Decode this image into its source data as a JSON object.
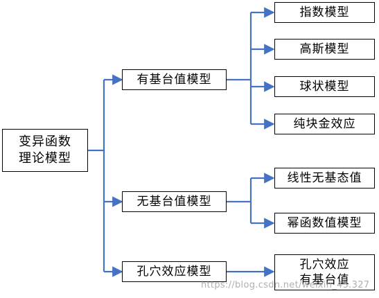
{
  "root": {
    "line1": "变异函数",
    "line2": "理论模型"
  },
  "groups": {
    "with_nugget": {
      "label": "有基台值模型",
      "children": [
        "指数模型",
        "高斯模型",
        "球状模型",
        "纯块金效应"
      ]
    },
    "without_nugget": {
      "label": "无基台值模型",
      "children": [
        "线性无基态值",
        "幂函数值模型"
      ]
    },
    "hole_effect": {
      "label": "孔穴效应模型",
      "children": [
        {
          "line1": "孔穴效应",
          "line2": "有基台值"
        }
      ]
    }
  },
  "watermark": "https://blog.csdn.net/weixin_43.327",
  "colors": {
    "connector": "#4472C4",
    "border": "#000000"
  }
}
